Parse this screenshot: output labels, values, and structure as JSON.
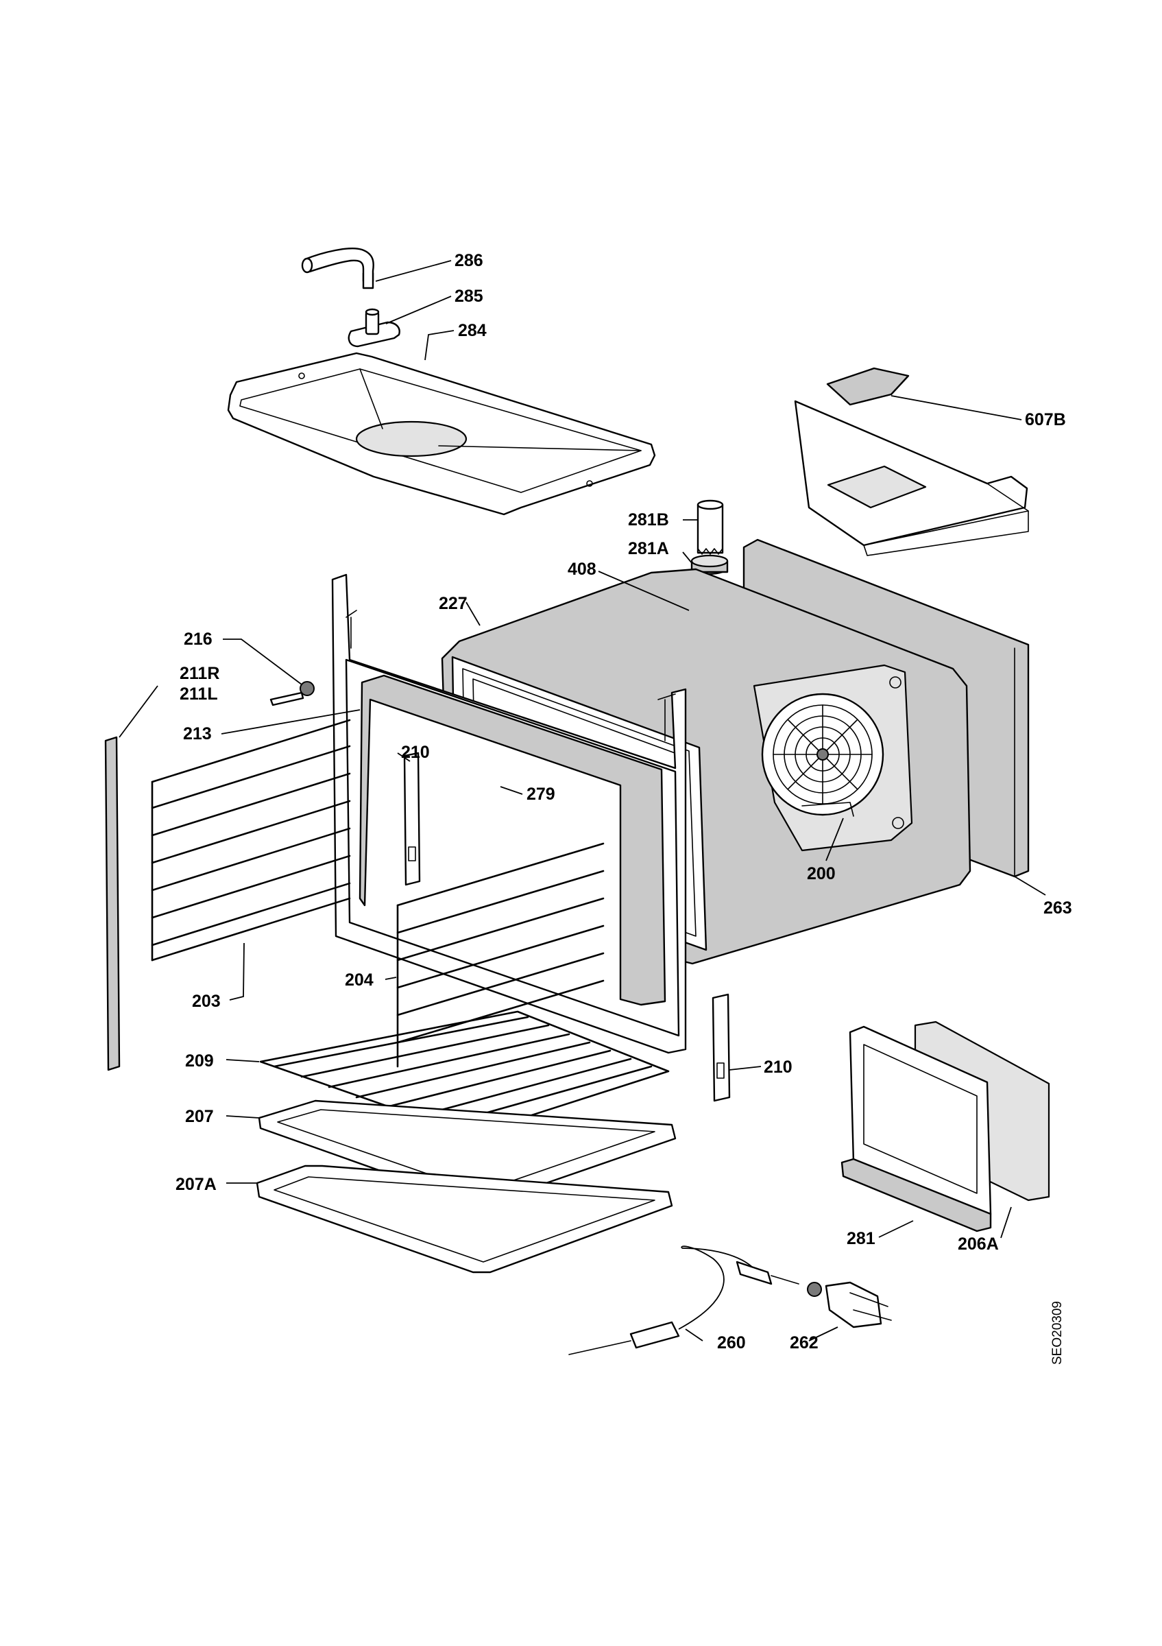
{
  "diagram": {
    "part_labels": {
      "p286": "286",
      "p285": "285",
      "p284": "284",
      "p607B": "607B",
      "p281B": "281B",
      "p281A": "281A",
      "p408": "408",
      "p227": "227",
      "p216": "216",
      "p211R": "211R",
      "p211L": "211L",
      "p213": "213",
      "p210a": "210",
      "p279": "279",
      "p200": "200",
      "p263": "263",
      "p203": "203",
      "p204": "204",
      "p209": "209",
      "p210b": "210",
      "p207": "207",
      "p207A": "207A",
      "p281": "281",
      "p206A": "206A",
      "p260": "260",
      "p262": "262"
    },
    "drawing_code": "SEO20309"
  }
}
